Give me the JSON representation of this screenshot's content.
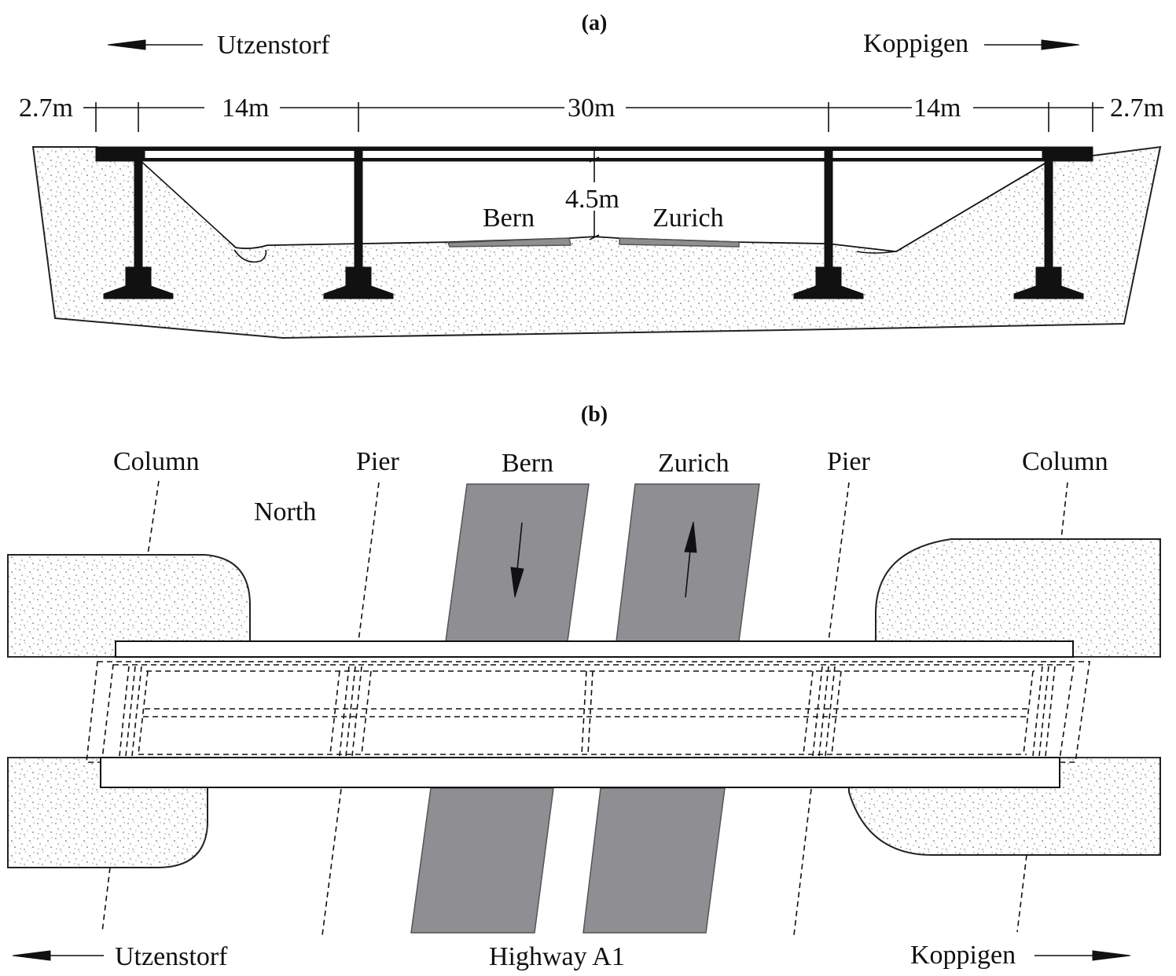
{
  "panel_a": {
    "label": "(a)",
    "left_direction": "Utzenstorf",
    "right_direction": "Koppigen",
    "dimensions": [
      "2.7m",
      "14m",
      "30m",
      "14m",
      "2.7m"
    ],
    "clearance": "4.5m",
    "lane_left": "Bern",
    "lane_right": "Zurich"
  },
  "panel_b": {
    "label": "(b)",
    "column_left": "Column",
    "pier_left": "Pier",
    "lane_left": "Bern",
    "lane_right": "Zurich",
    "pier_right": "Pier",
    "column_right": "Column",
    "north": "North",
    "left_direction": "Utzenstorf",
    "highway": "Highway A1",
    "right_direction": "Koppigen"
  },
  "colors": {
    "road": "#8f8f93",
    "ink": "#111111",
    "ground_speckle": "#555555"
  }
}
